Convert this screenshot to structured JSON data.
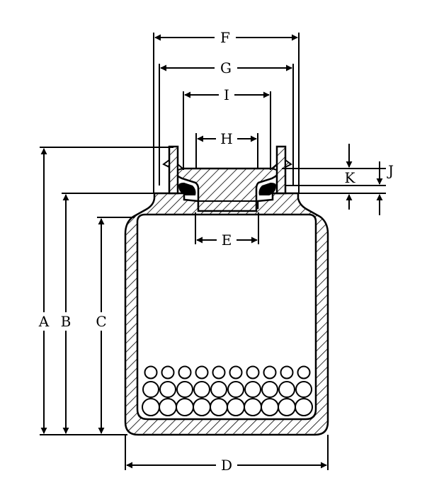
{
  "labels": {
    "A": "A",
    "B": "B",
    "C": "C",
    "D": "D",
    "E": "E",
    "F": "F",
    "G": "G",
    "H": "H",
    "I": "I",
    "J": "J",
    "K": "K"
  },
  "contents": {
    "bead_rows": 3,
    "beads_per_row": 10
  }
}
